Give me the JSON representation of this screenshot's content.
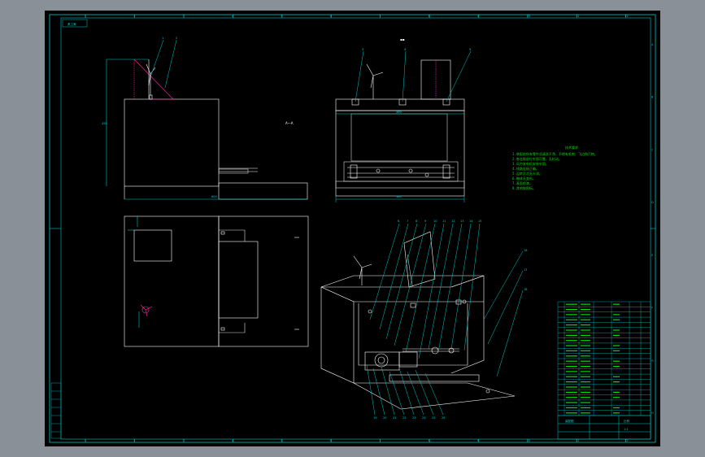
{
  "viewport": {
    "background": "#000000",
    "frame_color": "#00c8c8",
    "outline_color": "#ffffff",
    "note_color": "#00dd00",
    "hatch_color": "#ff2aa0"
  },
  "title_tag": "美工美",
  "center_mark": "A—A",
  "notes": {
    "heading": "技术要求",
    "lines": [
      "1.装配前所有零件须清洗干净，不得有毛刺、飞边和污物。",
      "2.各连接部位牢固可靠，无松动。",
      "3.风力发电机安装牢固。",
      "4.线路连接正确。",
      "5.运转灵活无卡滞。",
      "6.箱体无变形。",
      "7.表面喷漆。",
      "8.其他按国标。"
    ]
  },
  "callouts_top_left": [
    "1",
    "2"
  ],
  "callouts_top_right": [
    "3",
    "4",
    "5"
  ],
  "callouts_iso_top": [
    "6",
    "7",
    "8",
    "9",
    "10",
    "11",
    "12",
    "13",
    "14",
    "15"
  ],
  "callouts_iso_right": [
    "16",
    "17",
    "18"
  ],
  "callouts_iso_bottom": [
    "19",
    "20",
    "21",
    "22",
    "23",
    "24",
    "25",
    "26"
  ],
  "dimensions": {
    "top_left_width": "600",
    "top_left_height": "450",
    "top_right_width": "500",
    "top_right_inner": "460"
  },
  "bom": {
    "rows": 22,
    "title_cells": [
      "装配图",
      "比例",
      "1:1"
    ]
  },
  "frame": {
    "top_ticks": [
      "1",
      "2",
      "3",
      "4",
      "5",
      "6",
      "7",
      "8",
      "9",
      "10",
      "11",
      "12"
    ],
    "side_ticks": [
      "A",
      "B",
      "C",
      "D",
      "E",
      "F",
      "G",
      "H"
    ]
  }
}
